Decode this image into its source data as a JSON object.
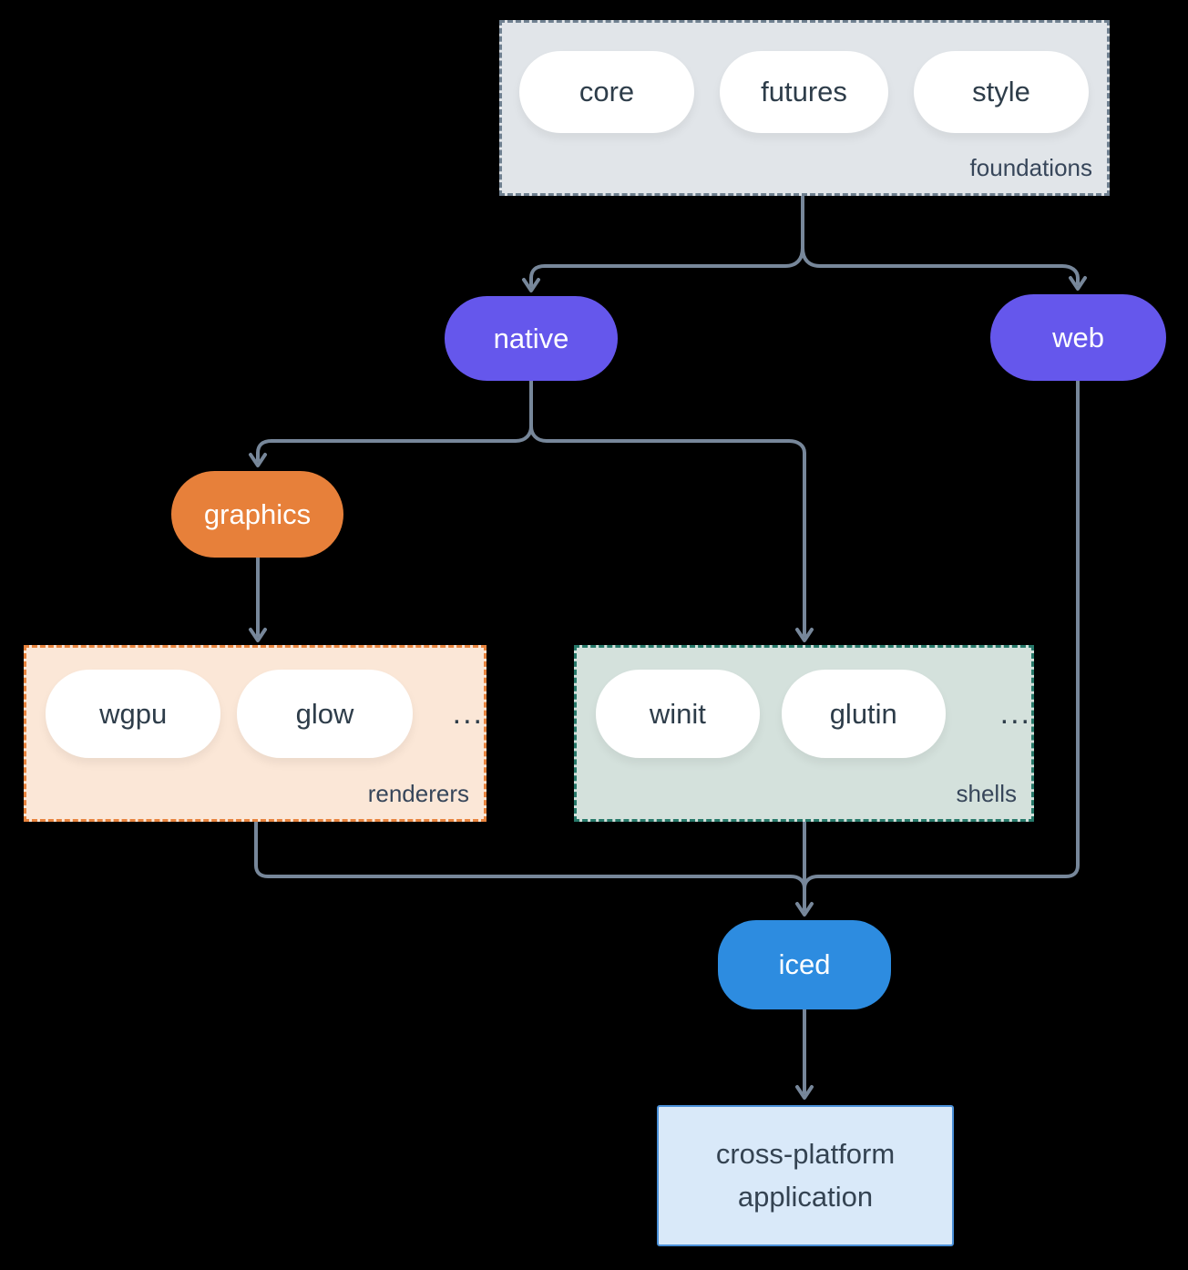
{
  "groups": {
    "foundations": {
      "label": "foundations",
      "pills": [
        "core",
        "futures",
        "style"
      ]
    },
    "renderers": {
      "label": "renderers",
      "pills": [
        "wgpu",
        "glow"
      ],
      "more": "..."
    },
    "shells": {
      "label": "shells",
      "pills": [
        "winit",
        "glutin"
      ],
      "more": "..."
    }
  },
  "nodes": {
    "native": "native",
    "web": "web",
    "graphics": "graphics",
    "iced": "iced"
  },
  "application": {
    "line1": "cross-platform",
    "line2": "application"
  },
  "colors": {
    "background": "#000000",
    "connector": "#77879a",
    "node_purple": "#6557ec",
    "node_orange": "#e7803a",
    "node_blue": "#2d8ce0",
    "pill_bg": "#ffffff",
    "pill_text": "#2e3d4a",
    "group_label_text": "#37465a",
    "foundations_fill": "#e1e5e9",
    "foundations_border": "#6f8090",
    "renderers_fill": "#fbe7d7",
    "renderers_border": "#e8843e",
    "shells_fill": "#d4e1dc",
    "shells_border": "#27796a",
    "app_fill": "#d9e9f9",
    "app_border": "#4a90d9"
  }
}
